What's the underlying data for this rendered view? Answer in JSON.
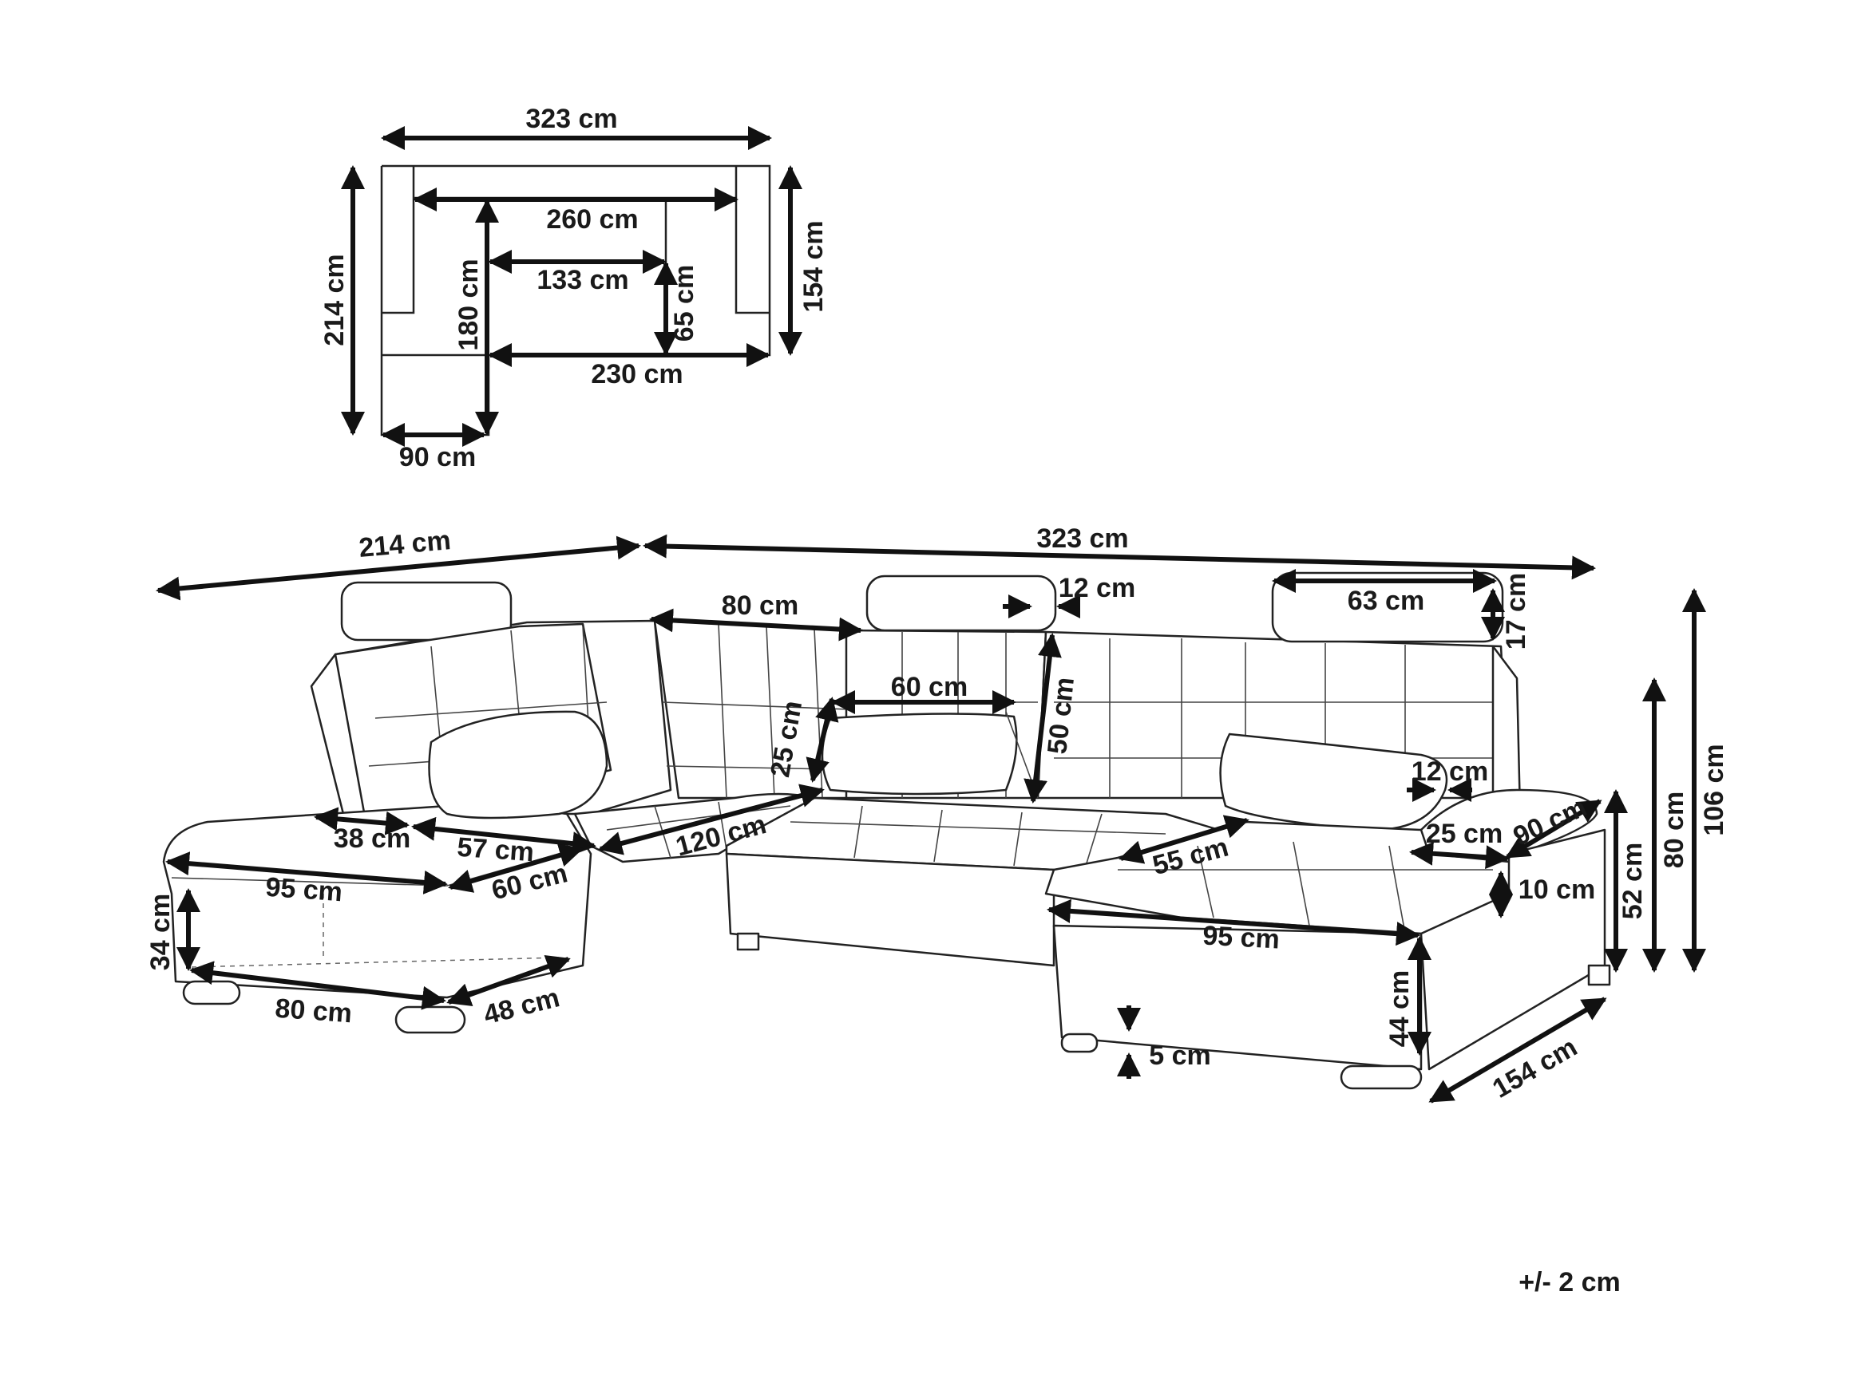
{
  "plan": {
    "width_top": "323 cm",
    "inner_width": "260 cm",
    "chaise_inner": "133 cm",
    "depth_left": "214 cm",
    "inner_depth": "180 cm",
    "seat_depth": "65 cm",
    "depth_right": "154 cm",
    "bottom_width": "230 cm",
    "chaise_width": "90 cm"
  },
  "sofa": {
    "overall_left": "214 cm",
    "overall_right": "323 cm",
    "backrest_width": "80 cm",
    "headrest_depth": "12 cm",
    "headrest_width": "63 cm",
    "headrest_height": "17 cm",
    "cushion_width": "60 cm",
    "cushion_height": "25 cm",
    "back_height": "50 cm",
    "armrest_width": "12 cm",
    "left_arm": "38 cm",
    "left_seat": "57 cm",
    "middle_seat": "120 cm",
    "left_chaise_length": "95 cm",
    "left_chaise_front": "60 cm",
    "left_chaise_height": "34 cm",
    "left_base": "80 cm",
    "left_base_side": "48 cm",
    "right_seat": "55 cm",
    "right_arm_top": "25 cm",
    "right_arm_depth": "90 cm",
    "right_arm_height": "10 cm",
    "right_chaise_length": "95 cm",
    "right_chaise_height": "44 cm",
    "leg_height": "5 cm",
    "right_side": "154 cm",
    "seat_height": "52 cm",
    "arm_height": "80 cm",
    "total_height": "106 cm"
  },
  "tolerance": "+/- 2 cm"
}
